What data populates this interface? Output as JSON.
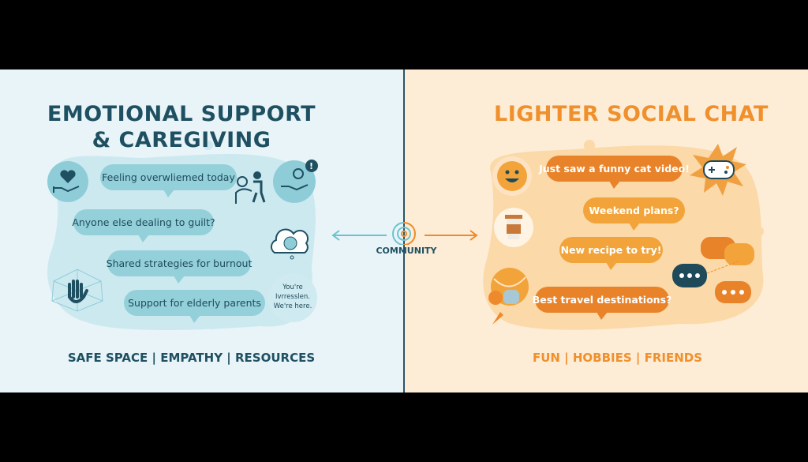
{
  "left_panel": {
    "title_line1": "EMOTIONAL SUPPORT",
    "title_line2": "& CAREGIVING",
    "bubbles": [
      "Feeling overwliemed today",
      "Anyone else dealing to guilt?",
      "Shared strategies for burnout",
      "Support for elderly parents"
    ],
    "small_bubble": [
      "You're",
      "Ivrresslen.",
      "We're here."
    ],
    "footer": "SAFE SPACE | EMPATHY | RESOURCES",
    "colors": {
      "background": "#e8f4f8",
      "bubble": "#93d0da",
      "text": "#1f5062"
    }
  },
  "center": {
    "label": "COMMUNITY"
  },
  "right_panel": {
    "title": "LIGHTER SOCIAL CHAT",
    "bubbles": [
      "Just saw a funny cat video!",
      "Weekend plans?",
      "New recipe to try!",
      "Best travel destinations?"
    ],
    "footer": "FUN | HOBBIES | FRIENDS",
    "colors": {
      "background": "#fdecd6",
      "bubble_dark": "#e8832a",
      "bubble_light": "#f2a43a",
      "text": "#f0902c"
    }
  }
}
